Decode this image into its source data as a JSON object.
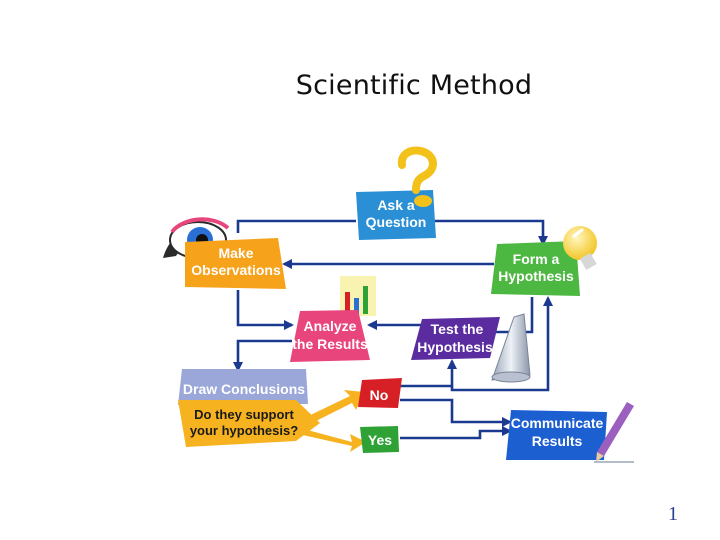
{
  "slide": {
    "title": "Scientific Method",
    "page_number": "1"
  },
  "steps": {
    "ask_question": [
      "Ask a",
      "Question"
    ],
    "make_observations": [
      "Make",
      "Observations"
    ],
    "form_hypothesis": [
      "Form a",
      "Hypothesis"
    ],
    "analyze_results": [
      "Analyze",
      "the Results"
    ],
    "test_hypothesis": [
      "Test the",
      "Hypothesis"
    ],
    "draw_conclusions": "Draw Conclusions",
    "support_question": [
      "Do they support",
      "your hypothesis?"
    ],
    "no": "No",
    "yes": "Yes",
    "communicate_results": [
      "Communicate",
      "Results"
    ]
  },
  "colors": {
    "arrow": "#1b3a8f",
    "ask": "#2a8fd4",
    "observe": "#f7a21b",
    "hypothesis": "#4cb842",
    "analyze": "#e8457c",
    "test": "#5a2ca0",
    "conclusions_header": "#9aa7d8",
    "conclusions_body": "#f6b21f",
    "no": "#d71f26",
    "yes": "#2fa236",
    "communicate": "#1c5fd0"
  },
  "icons": [
    "question-mark-icon",
    "eye-icon",
    "lightbulb-icon",
    "bar-chart-icon",
    "flask-icon",
    "pencil-icon"
  ]
}
